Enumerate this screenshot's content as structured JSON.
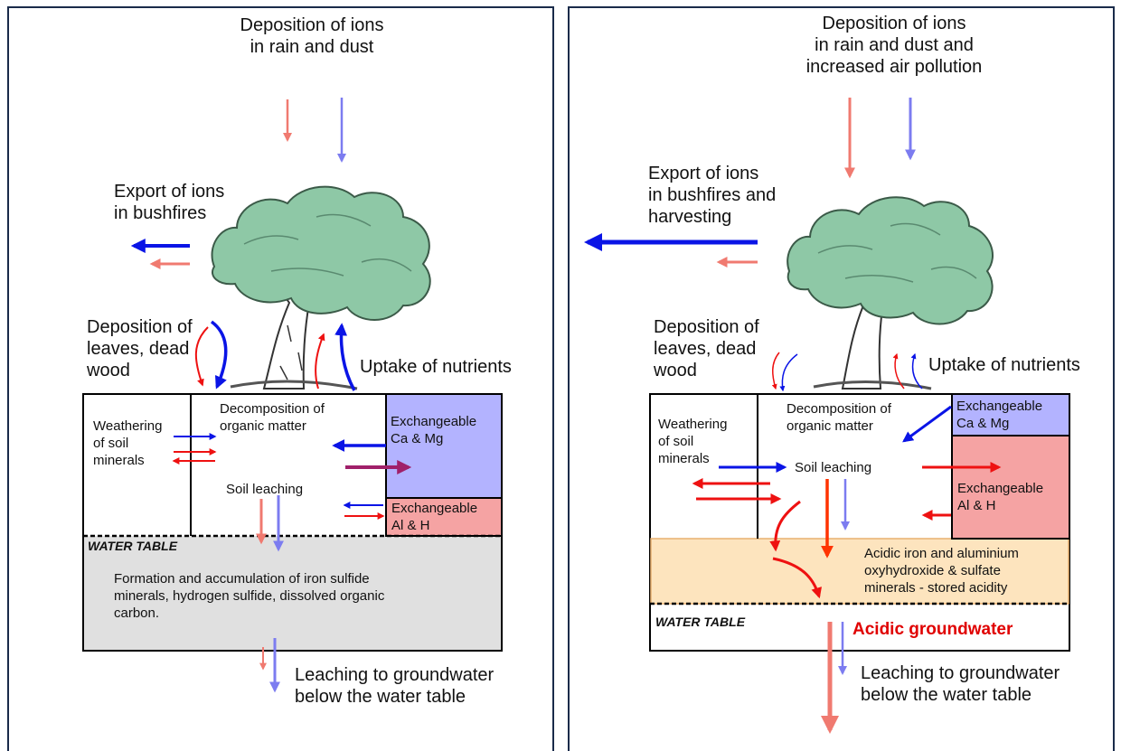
{
  "left": {
    "deposition_top": "Deposition of ions\nin rain and dust",
    "export": "Export of ions\nin bushfires",
    "deposition_leaves": "Deposition of\nleaves, dead\nwood",
    "uptake": "Uptake of nutrients",
    "weathering": "Weathering\nof soil\nminerals",
    "decomposition": "Decomposition of\norganic matter",
    "exch_ca_mg": "Exchangeable\nCa & Mg",
    "soil_leaching": "Soil leaching",
    "exch_al_h": "Exchangeable\nAl & H",
    "water_table": "WATER TABLE",
    "formation": "Formation and accumulation of iron sulfide\nminerals, hydrogen sulfide, dissolved organic\ncarbon.",
    "leaching_gw": "Leaching to groundwater\nbelow the water table"
  },
  "right": {
    "deposition_top": "Deposition of ions\nin rain and dust and\nincreased air pollution",
    "export": "Export of ions\nin bushfires and\nharvesting",
    "deposition_leaves": "Deposition of\nleaves, dead\nwood",
    "uptake": "Uptake of nutrients",
    "weathering": "Weathering\nof soil\nminerals",
    "decomposition": "Decomposition of\norganic matter",
    "exch_ca_mg": "Exchangeable\nCa & Mg",
    "soil_leaching": "Soil leaching",
    "exch_al_h": "Exchangeable\nAl & H",
    "acidic_layer": "Acidic iron and aluminium\noxyhydroxide & sulfate\nminerals - stored acidity",
    "water_table": "WATER TABLE",
    "acidic_gw": "Acidic groundwater",
    "leaching_gw": "Leaching to groundwater\nbelow the water table"
  },
  "colors": {
    "frame": "#1a2b4a",
    "blue": "#0a14e6",
    "light_blue": "#7c7cf0",
    "red": "#ee1111",
    "light_red": "#f07a70",
    "exch_ca_fill": "#b3b3ff",
    "exch_al_fill": "#f5a3a3",
    "water_grey": "#e0e0e0",
    "acidic_fill": "#fde4be",
    "acidic_text": "#e00000",
    "tree_foliage": "#8ec8a6"
  }
}
